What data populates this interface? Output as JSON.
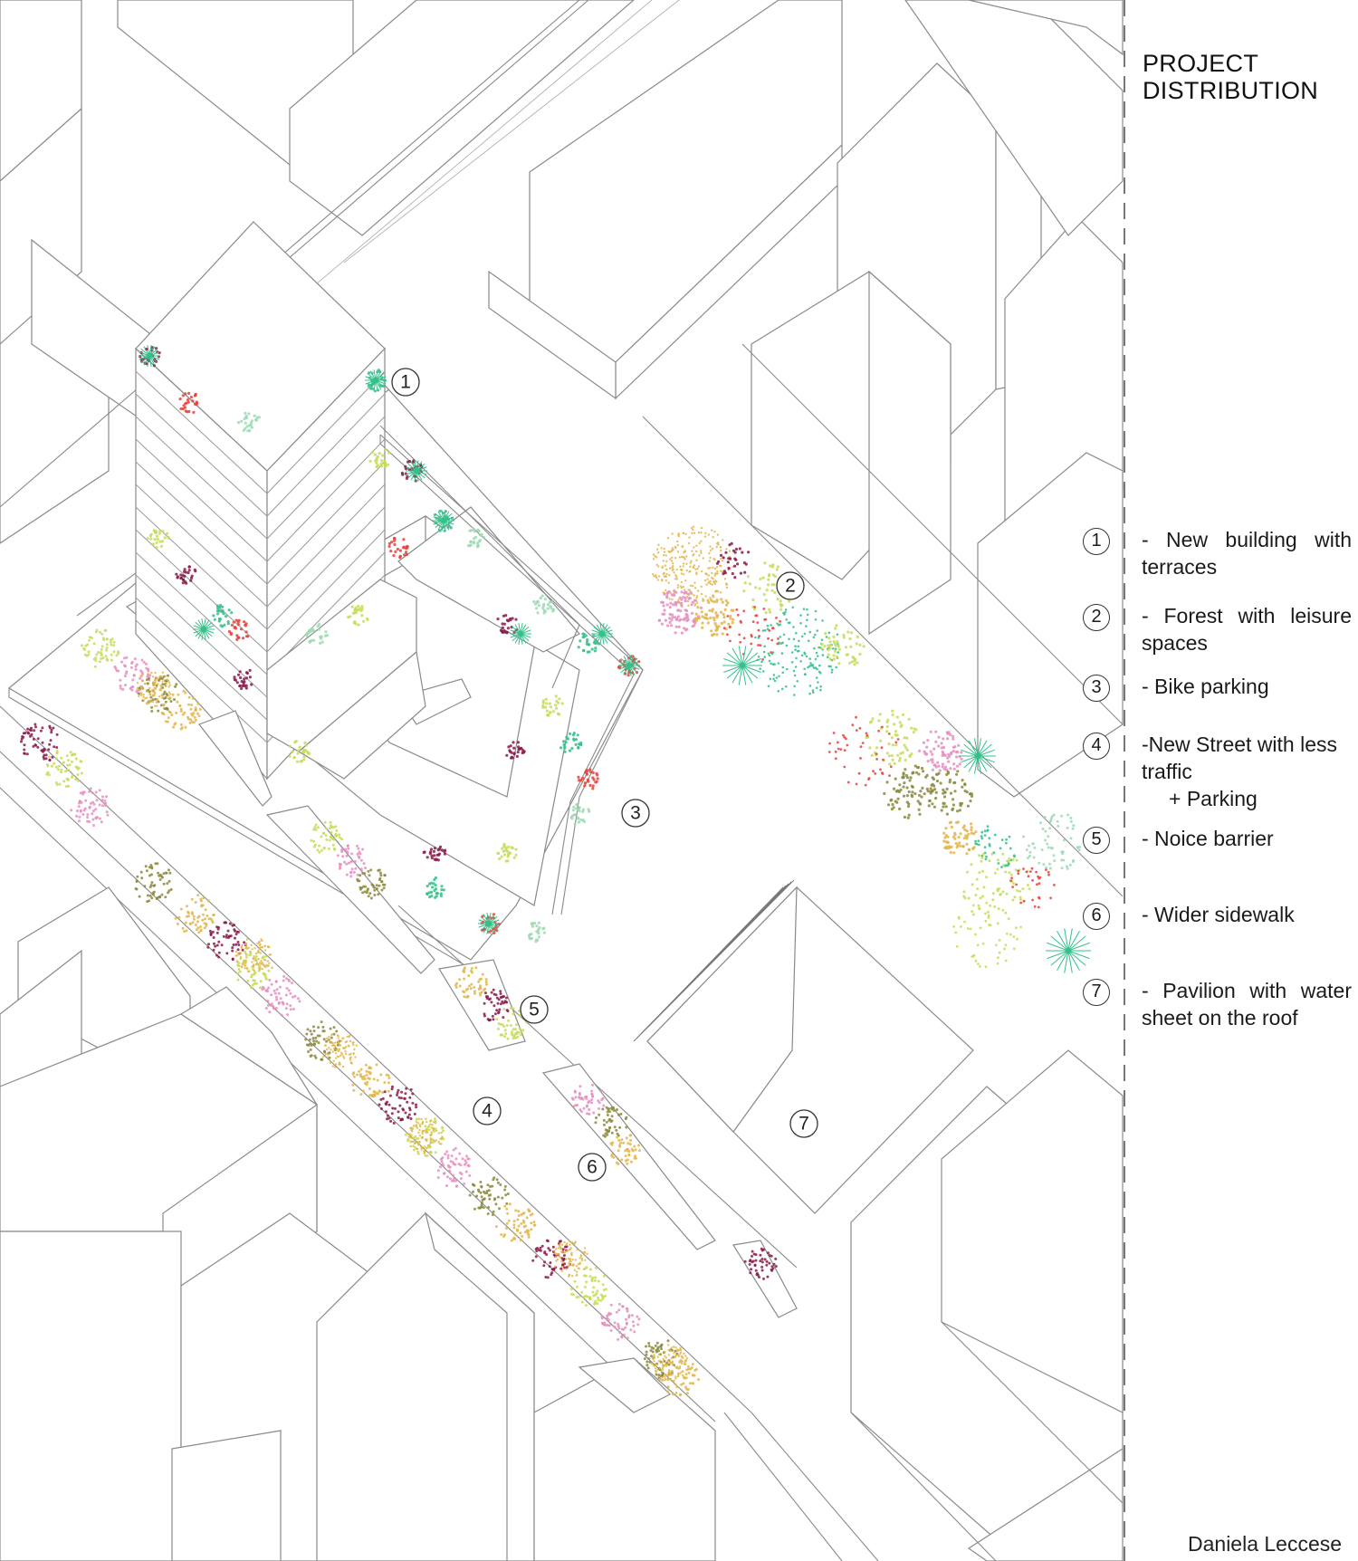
{
  "legend": {
    "title_line1": "PROJECT",
    "title_line2": "DISTRIBUTION",
    "items": [
      {
        "num": "1",
        "text": "- New building with terraces"
      },
      {
        "num": "2",
        "text": "- Forest with leisure spaces"
      },
      {
        "num": "3",
        "text": "- Bike parking"
      },
      {
        "num": "4",
        "text": "-New Street with less traffic",
        "subtext": "+ Parking"
      },
      {
        "num": "5",
        "text": "- Noice barrier"
      },
      {
        "num": "6",
        "text": "- Wider sidewalk"
      },
      {
        "num": "7",
        "text": "- Pavilion with water sheet on the roof"
      }
    ]
  },
  "map_markers": [
    "1",
    "2",
    "3",
    "4",
    "5",
    "6",
    "7"
  ],
  "author": "Daniela Leccese",
  "colors": {
    "outline": "#8a8a8a",
    "tree_yellow": "#e3b64a",
    "tree_pink": "#e58fc0",
    "tree_olive": "#8c8a3c",
    "tree_lime": "#c6dd5a",
    "tree_green": "#34c08a",
    "tree_red": "#e8413a",
    "tree_purple": "#8a1a4a",
    "tree_mint": "#9ed9b4"
  }
}
